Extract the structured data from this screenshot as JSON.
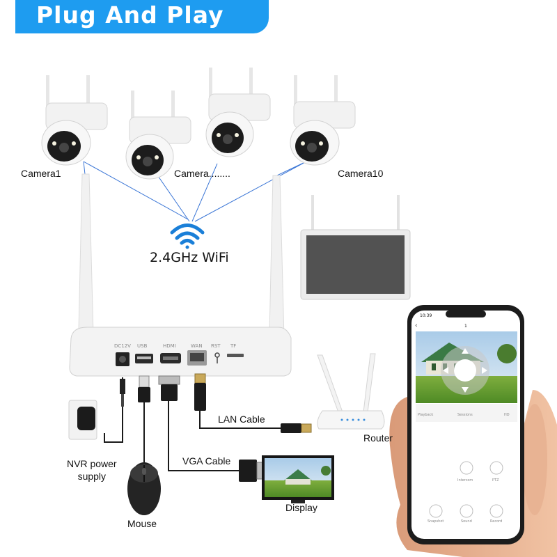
{
  "banner": {
    "title": "Plug And Play"
  },
  "cameras": {
    "first": "Camera1",
    "middle": "Camera........",
    "last": "Camera10"
  },
  "wifi": {
    "label": "2.4GHz WiFi"
  },
  "nvr": {
    "ports": [
      "DC12V",
      "USB",
      "HDMI",
      "WAN",
      "RST",
      "TF"
    ]
  },
  "connections": {
    "lan": "LAN Cable",
    "router": "Router",
    "power": "NVR power\nsupply",
    "vga": "VGA Cable",
    "mouse": "Mouse",
    "display": "Display"
  },
  "phone": {
    "time": "10:39",
    "channel": "1",
    "toolbar": [
      "Playback",
      "Sessions",
      "HD"
    ],
    "controls": [
      "Intercom",
      "PTZ",
      "Snapshot",
      "Sound",
      "Record"
    ]
  },
  "colors": {
    "banner": "#1e9cf0",
    "wifi": "#1a7fd8",
    "wifi_lines": "#3b76d6"
  }
}
